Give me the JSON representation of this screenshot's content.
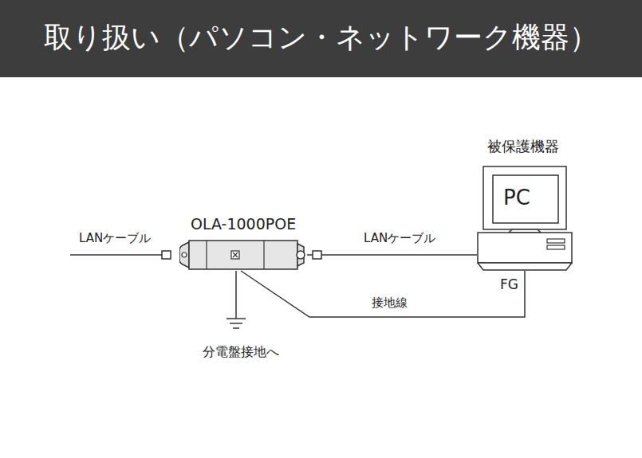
{
  "diagram": {
    "title": "取り扱い（パソコン・ネットワーク機器）",
    "nodes": [
      {
        "text": [
          "OLA-1000POE"
        ]
      },
      {
        "text": [
          "被保護機器",
          "PC"
        ]
      }
    ],
    "edges": [
      {
        "from": 0,
        "to": 1,
        "label": "LANケーブル",
        "arrow": "none"
      },
      {
        "from": 0,
        "to": 1,
        "label": "接地線",
        "arrow": "none"
      }
    ],
    "labels": [
      "LANケーブル",
      "FG",
      "分電盤接地へ"
    ]
  }
}
